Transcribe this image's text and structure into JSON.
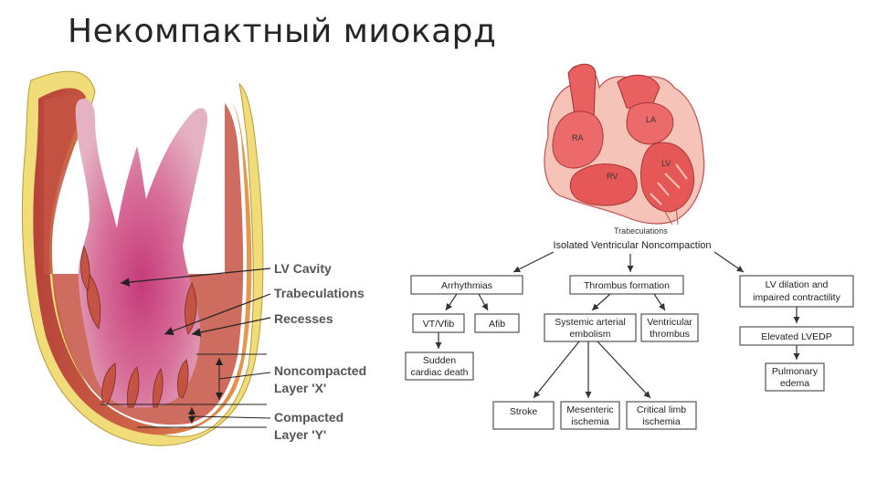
{
  "title": "Некомпактный миокард",
  "left_diagram": {
    "labels": {
      "cavity": "LV Cavity",
      "trabeculations": "Trabeculations",
      "recesses": "Recesses",
      "noncompacted_1": "Noncompacted",
      "noncompacted_2": "Layer 'X'",
      "compacted_1": "Compacted",
      "compacted_2": "Layer 'Y'"
    }
  },
  "heart": {
    "la": "LA",
    "ra": "RA",
    "lv": "LV",
    "rv": "RV",
    "trabeculations": "Trabeculations"
  },
  "flowchart": {
    "root": "Isolated Ventricular Noncompaction",
    "arrhythmias": "Arrhythmias",
    "thrombus": "Thrombus formation",
    "lv_dilation_1": "LV dilation and",
    "lv_dilation_2": "impaired contractility",
    "vt": "VT/Vfib",
    "afib": "Afib",
    "systemic_1": "Systemic arterial",
    "systemic_2": "embolism",
    "ventricular_1": "Ventricular",
    "ventricular_2": "thrombus",
    "lvedp": "Elevated LVEDP",
    "sudden_1": "Sudden",
    "sudden_2": "cardiac death",
    "edema_1": "Pulmonary",
    "edema_2": "edema",
    "stroke": "Stroke",
    "mesenteric_1": "Mesenteric",
    "mesenteric_2": "ischemia",
    "limb_1": "Critical limb",
    "limb_2": "ischemia"
  }
}
